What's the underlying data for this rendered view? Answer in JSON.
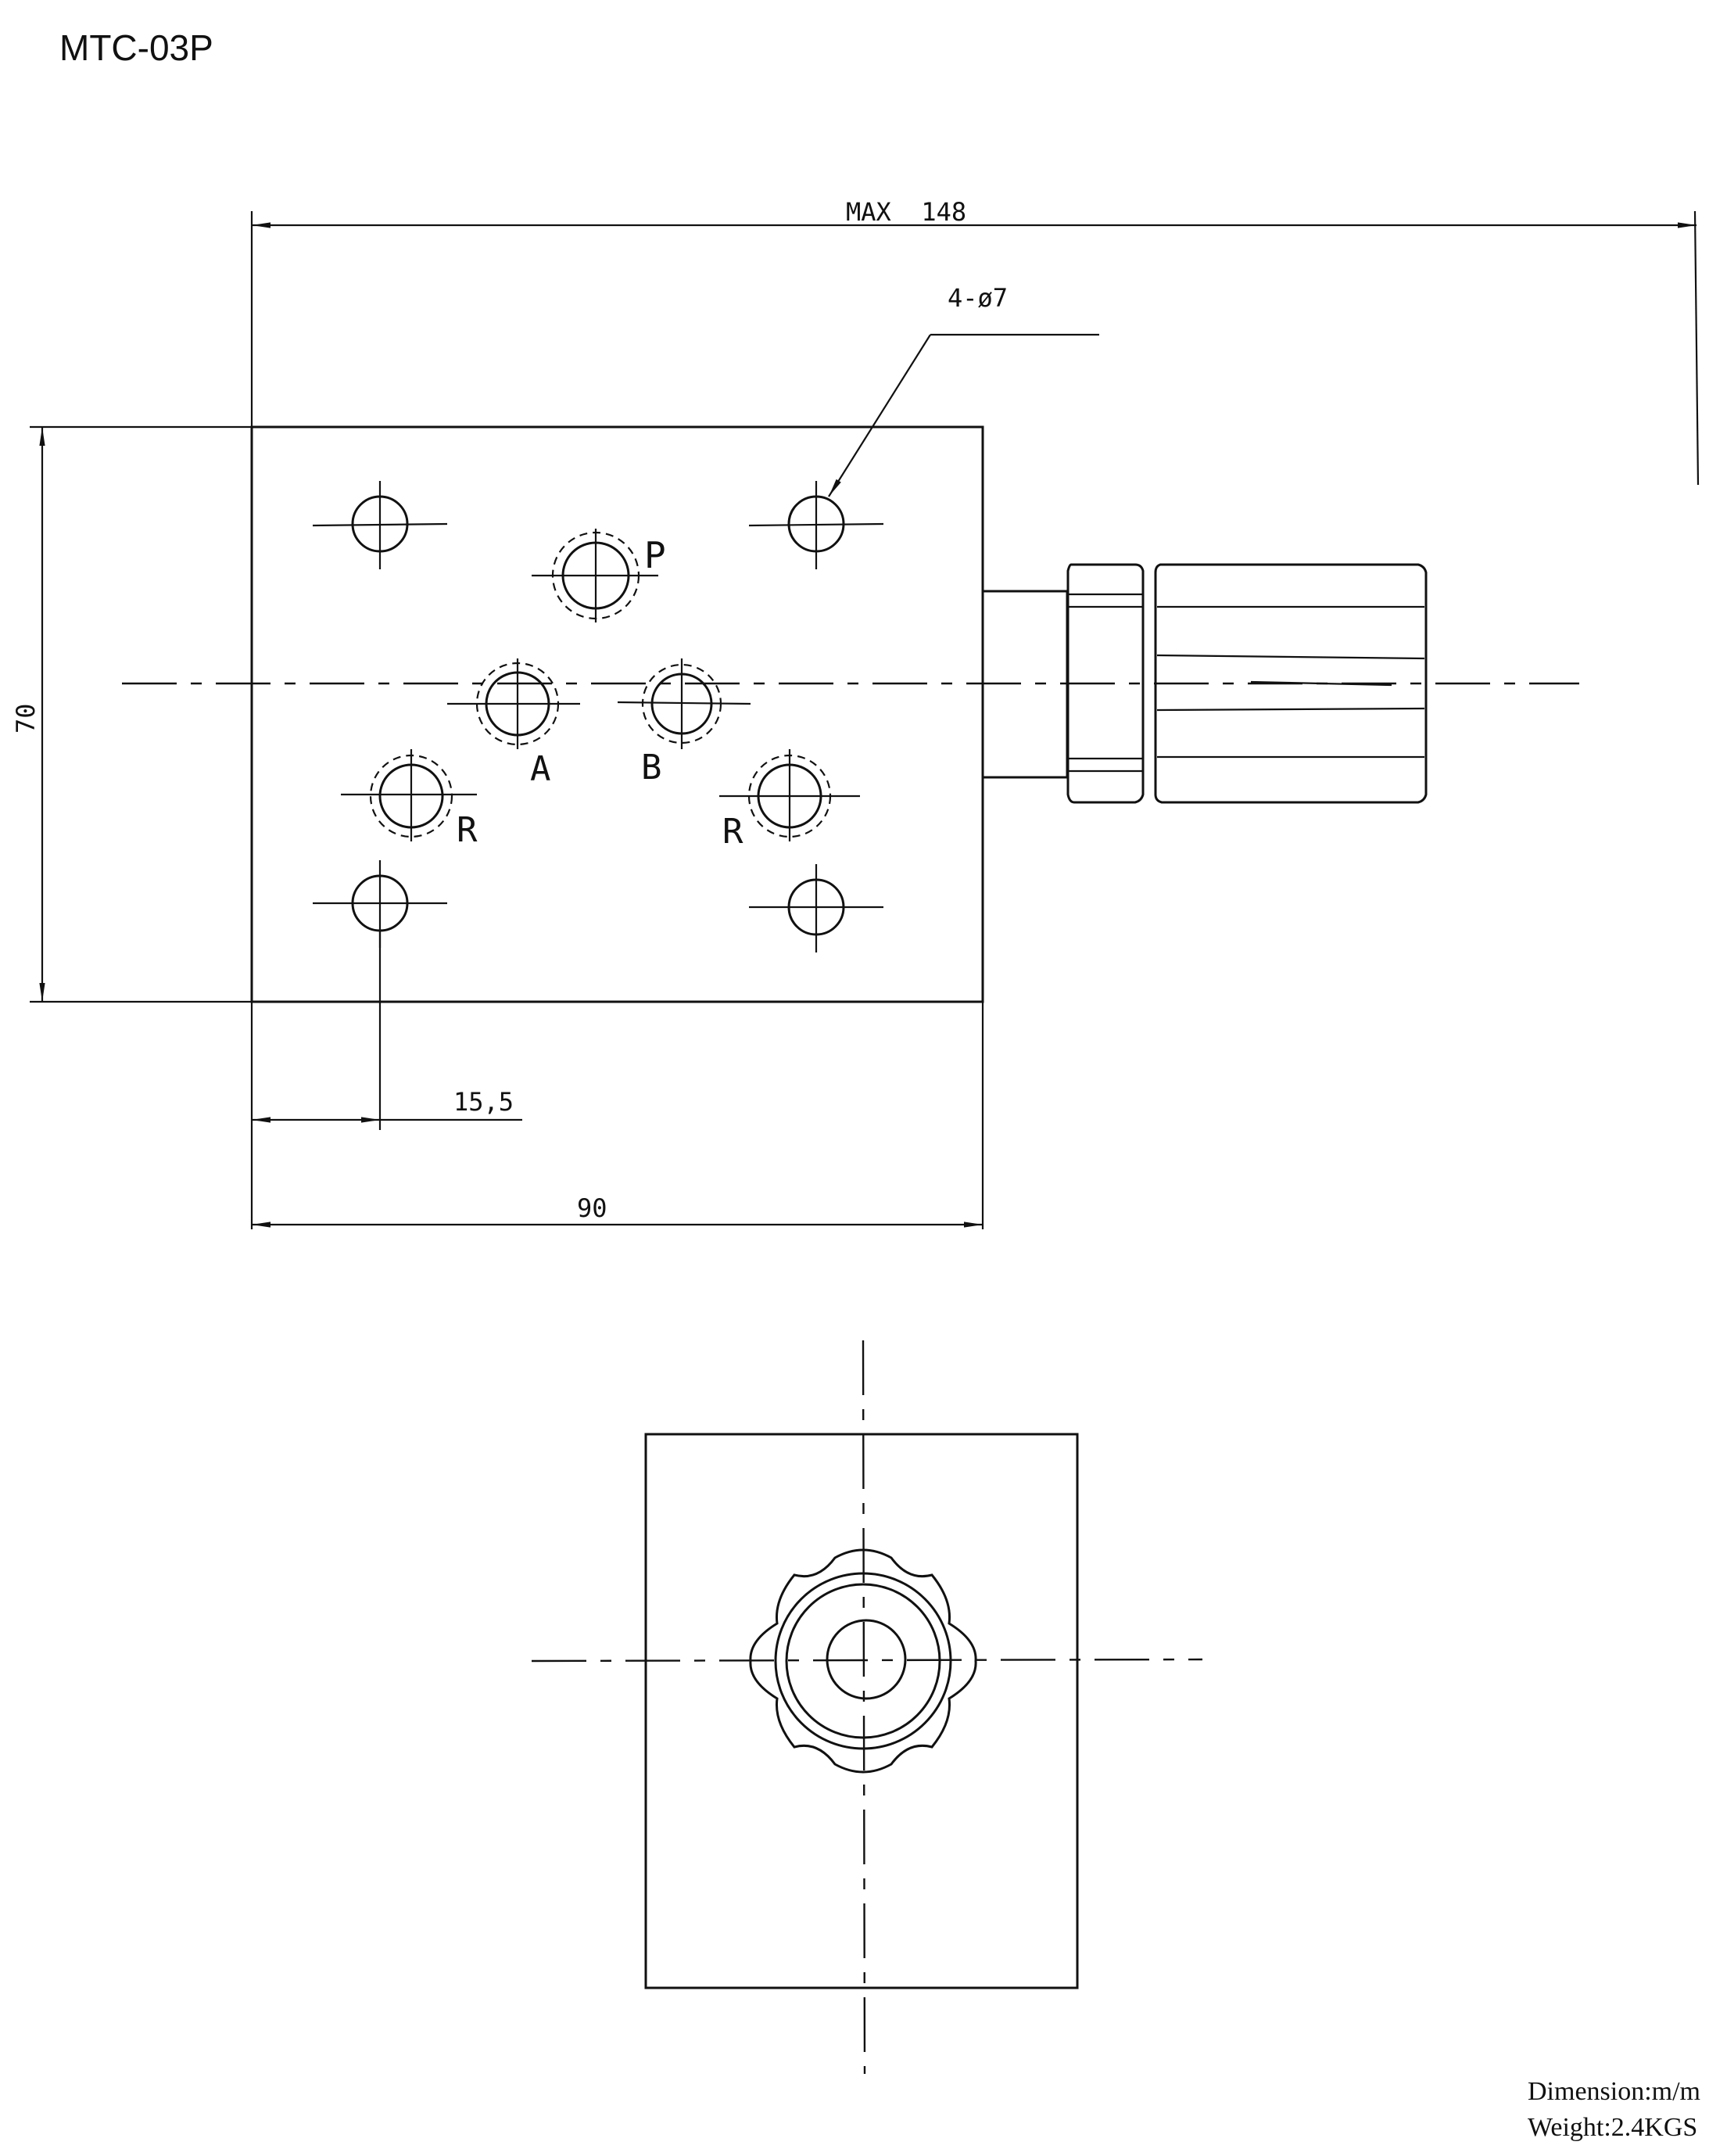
{
  "title": "MTC-03P",
  "dimensions": {
    "overall_length": "MAX  148",
    "hole_callout": "4-ø7",
    "height": "70",
    "hole_offset": "15,5",
    "width": "90"
  },
  "ports": {
    "p": "P",
    "a": "A",
    "b": "B",
    "r_left": "R",
    "r_right": "R"
  },
  "footer": {
    "dimension_unit": "Dimension:m/m",
    "weight": "Weight:2.4KGS"
  }
}
